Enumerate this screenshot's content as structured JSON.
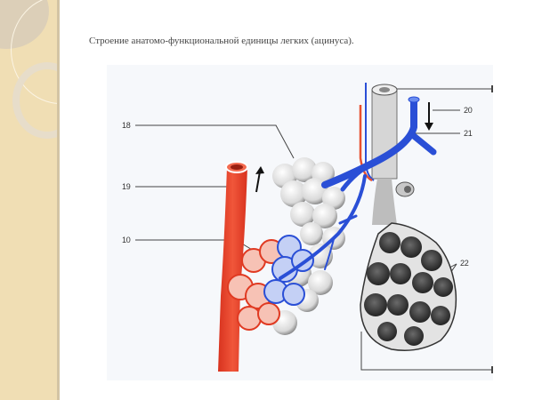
{
  "slide": {
    "title": "Строение анатомо-функциональной единицы легких (ацинуса).",
    "accent_colors": {
      "sidebar": "#f0deb4",
      "artery": "#e8402a",
      "vein": "#2a4fd6",
      "alveoli": "#3a3a3a"
    }
  },
  "figure": {
    "labels": [
      {
        "id": "18",
        "text": "18"
      },
      {
        "id": "19",
        "text": "19"
      },
      {
        "id": "10",
        "text": "10"
      },
      {
        "id": "20",
        "text": "20"
      },
      {
        "id": "21",
        "text": "21"
      },
      {
        "id": "22",
        "text": "22"
      }
    ],
    "arrows": [
      {
        "name": "blood-flow-up-arrow",
        "direction": "up"
      },
      {
        "name": "blood-flow-down-arrow",
        "direction": "down"
      }
    ]
  }
}
